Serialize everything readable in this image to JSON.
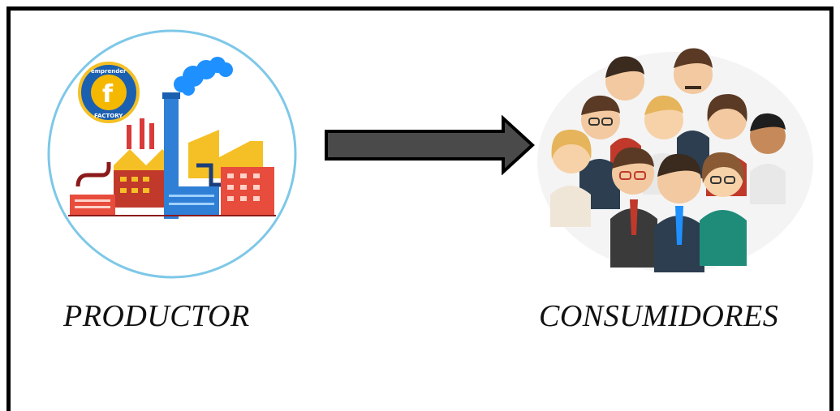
{
  "producer": {
    "label": "PRODUCTOR",
    "icon": "factory-icon",
    "badge": {
      "top_text": "emprender",
      "letter": "f",
      "bottom_text": "FACTORY"
    }
  },
  "consumers": {
    "label": "CONSUMIDORES",
    "icon": "people-group-icon"
  },
  "arrow": {
    "direction": "right",
    "icon": "right-arrow-icon"
  },
  "colors": {
    "frame": "#000000",
    "arrow_fill": "#4a4a4a",
    "circle_ring": "#7ec8e8",
    "factory_yellow": "#f5c025",
    "factory_red": "#d93a3a",
    "factory_blue": "#2f7fd6",
    "smoke_blue": "#1e90ff"
  }
}
